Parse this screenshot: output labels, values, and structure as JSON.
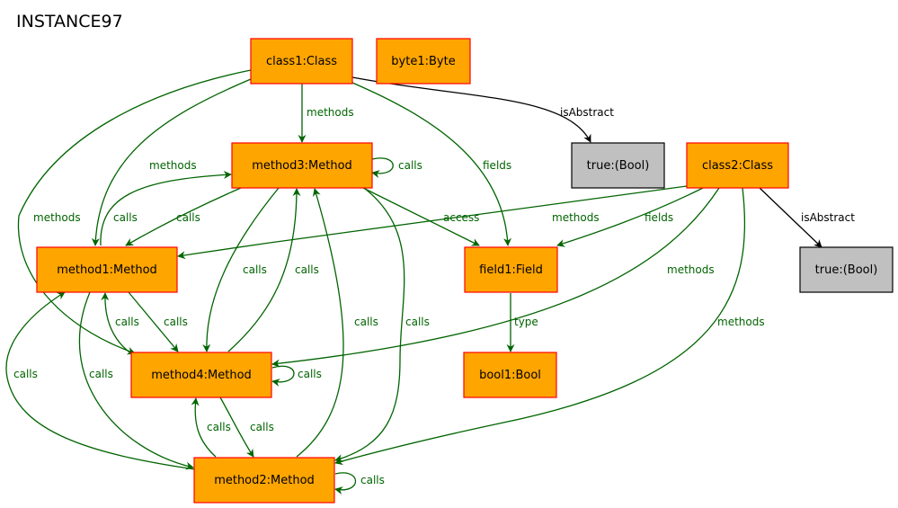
{
  "diagram": {
    "title": "INSTANCE97",
    "colors": {
      "class_fill": "#ffa500",
      "class_stroke": "#ff0000",
      "literal_fill": "#c0c0c0",
      "literal_stroke": "#000000",
      "relation_edge": "#006400",
      "attribute_edge": "#000000"
    },
    "nodes": {
      "class1": "class1:Class",
      "byte1": "byte1:Byte",
      "method3": "method3:Method",
      "true1": "true:(Bool)",
      "class2": "class2:Class",
      "method1": "method1:Method",
      "field1": "field1:Field",
      "true2": "true:(Bool)",
      "method4": "method4:Method",
      "bool1": "bool1:Bool",
      "method2": "method2:Method"
    },
    "edge_labels": {
      "methods": "methods",
      "calls": "calls",
      "fields": "fields",
      "access": "access",
      "type": "type",
      "isAbstract": "isAbstract"
    }
  }
}
